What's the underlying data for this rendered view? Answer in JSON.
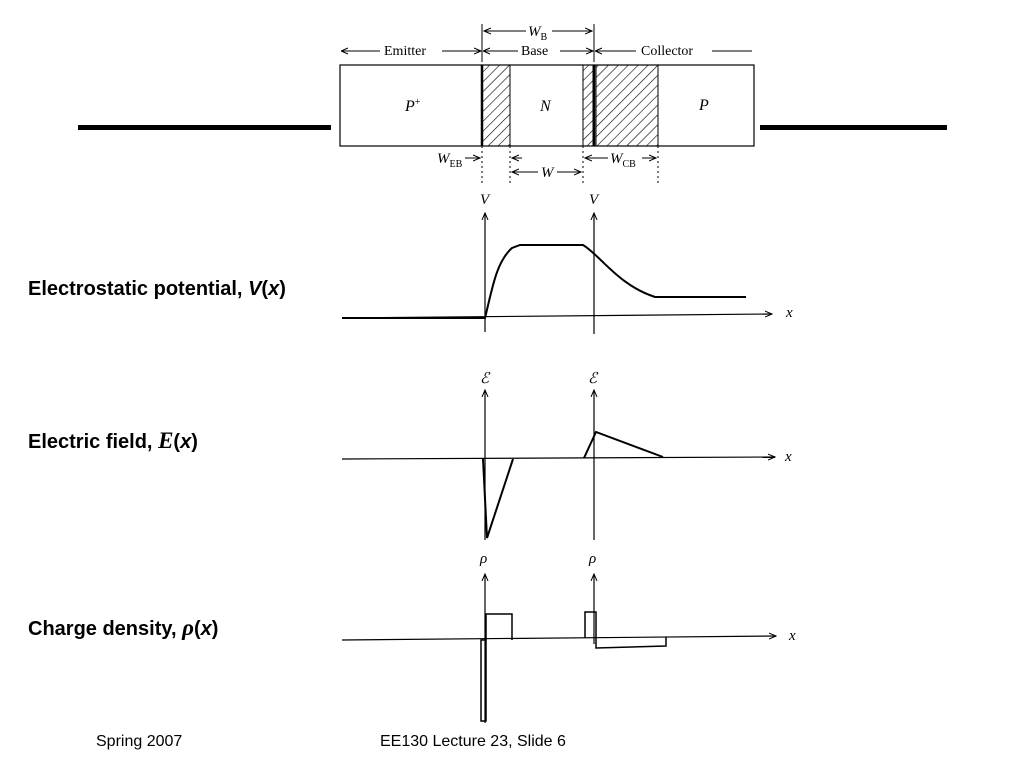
{
  "labels": {
    "potential": {
      "text": "Electrostatic potential, ",
      "var": "V",
      "open": "(",
      "arg": "x",
      "close": ")"
    },
    "field": {
      "text": "Electric field, ",
      "var": "E",
      "open": "(",
      "arg": "x",
      "close": ")"
    },
    "charge": {
      "text": "Charge density, ",
      "var": "ρ",
      "open": "(",
      "arg": "x",
      "close": ")"
    }
  },
  "device": {
    "emitter": "Emitter",
    "base": "Base",
    "collector": "Collector",
    "p_plus": "P",
    "p_plus_sup": "+",
    "n": "N",
    "p": "P",
    "wb": "W",
    "wb_sub": "B",
    "web": "W",
    "web_sub": "EB",
    "w": "W",
    "wcb": "W",
    "wcb_sub": "CB"
  },
  "axes": {
    "v": "V",
    "e": "ℰ",
    "rho": "ρ",
    "x": "x"
  },
  "footer": {
    "left": "Spring 2007",
    "center": "EE130 Lecture 23, Slide 6"
  }
}
